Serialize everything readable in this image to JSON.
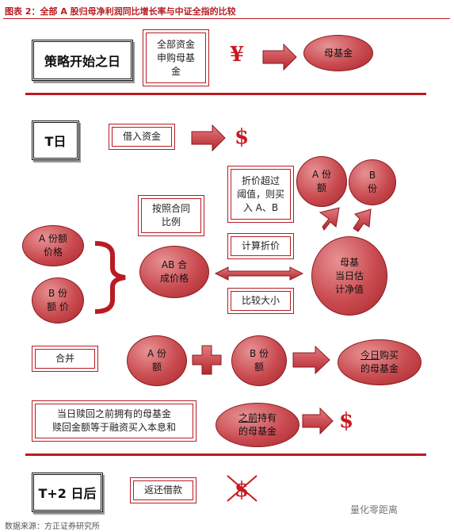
{
  "caption": "图表 2：全部 A 股归母净利润同比增长率与中证全指的比较",
  "stages": {
    "start": "策略开始之日",
    "t": "T日",
    "t2": "T+2 日后"
  },
  "start_row": {
    "box": "全部资金\n申购母基\n金",
    "symbol": "¥",
    "oval": "母基金"
  },
  "t_row": {
    "borrow": "借入资金",
    "symbol": "$",
    "discount_over": "折价超过\n阈值，则买\n入 A、B",
    "a_oval": "A 份\n额",
    "b_oval": "B\n份",
    "contract_ratio": "按照合同\n比例",
    "calc_discount": "计算折价",
    "compare": "比较大小",
    "a_price": "A 份额\n价格",
    "b_price": "B 份\n额 价",
    "ab_price": "AB 合\n成价格",
    "mother_est": "母基\n当日估\n计净值"
  },
  "merge_row": {
    "merge": "合并",
    "a_oval": "A 份\n额",
    "b_oval": "B 份\n额",
    "today_prefix": "今日",
    "today_rest": "购买",
    "today_line2": "的母基金"
  },
  "redeem_row": {
    "redeem_box": "当日赎回之前拥有的母基金\n赎回金额等于融资买入本息和",
    "prev_prefix": "之前",
    "prev_rest": "持有",
    "prev_line2": "的母基金",
    "symbol": "$"
  },
  "t2_row": {
    "repay": "返还借款",
    "symbol": "$"
  },
  "footer": "数据来源：方正证券研究所",
  "watermark": "量化零距离",
  "colors": {
    "accent": "#b81c22",
    "oval": "#c84a4f"
  }
}
